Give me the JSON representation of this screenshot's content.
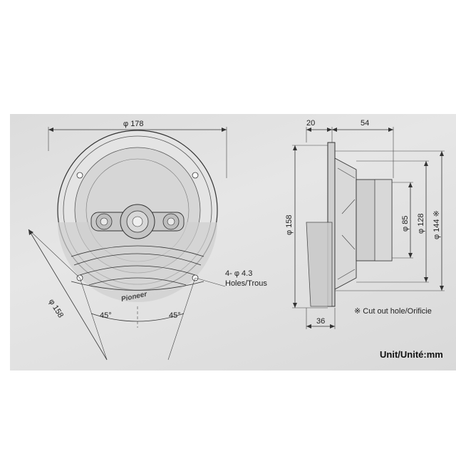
{
  "front_view": {
    "diameter_label": "φ 178",
    "cutout_label": "φ 158",
    "angle_left": "45°",
    "angle_right": "45°",
    "holes_label_1": "4- φ 4.3",
    "holes_label_2": "Holes/Trous",
    "brand": "Pioneer"
  },
  "side_view": {
    "depth_top": "20",
    "depth_magnet": "54",
    "depth_bottom": "36",
    "height_158": "φ 158",
    "height_85": "φ 85",
    "height_128": "φ 128",
    "height_144": "φ 144 ※",
    "cutout_note": "※ Cut out hole/Orificie"
  },
  "unit_label": "Unit/Unité:mm"
}
